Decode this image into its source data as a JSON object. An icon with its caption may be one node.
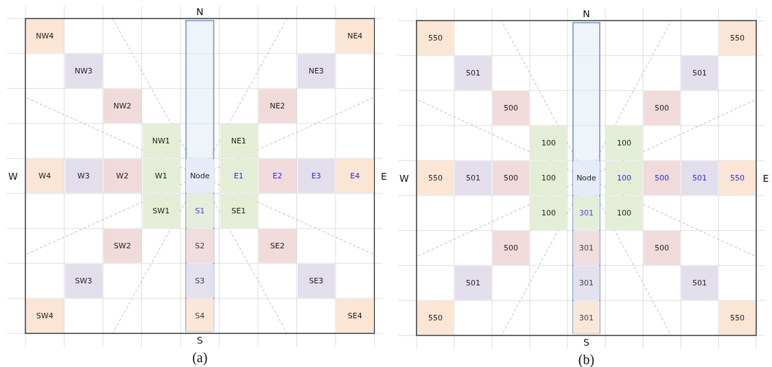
{
  "diagram": {
    "nodes": [
      {
        "text": [
          "NW4"
        ]
      },
      {
        "text": [
          "NE4"
        ]
      },
      {
        "text": [
          "NW3"
        ]
      },
      {
        "text": [
          "NE3"
        ]
      },
      {
        "text": [
          "NW2"
        ]
      },
      {
        "text": [
          "NE2"
        ]
      },
      {
        "text": [
          "NW1"
        ]
      },
      {
        "text": [
          "NE1"
        ]
      },
      {
        "text": [
          "W4"
        ]
      },
      {
        "text": [
          "W3"
        ]
      },
      {
        "text": [
          "W2"
        ]
      },
      {
        "text": [
          "W1"
        ]
      },
      {
        "text": [
          "Node"
        ]
      },
      {
        "text": [
          "E1"
        ]
      },
      {
        "text": [
          "E2"
        ]
      },
      {
        "text": [
          "E3"
        ]
      },
      {
        "text": [
          "E4"
        ]
      },
      {
        "text": [
          "SW1"
        ]
      },
      {
        "text": [
          "S1"
        ]
      },
      {
        "text": [
          "SE1"
        ]
      },
      {
        "text": [
          "SW2"
        ]
      },
      {
        "text": [
          "S2"
        ]
      },
      {
        "text": [
          "SE2"
        ]
      },
      {
        "text": [
          "SW3"
        ]
      },
      {
        "text": [
          "S3"
        ]
      },
      {
        "text": [
          "SE3"
        ]
      },
      {
        "text": [
          "SW4"
        ]
      },
      {
        "text": [
          "S4"
        ]
      },
      {
        "text": [
          "SE4"
        ]
      },
      {
        "text": [
          "550"
        ]
      },
      {
        "text": [
          "550"
        ]
      },
      {
        "text": [
          "501"
        ]
      },
      {
        "text": [
          "501"
        ]
      },
      {
        "text": [
          "500"
        ]
      },
      {
        "text": [
          "500"
        ]
      },
      {
        "text": [
          "100"
        ]
      },
      {
        "text": [
          "100"
        ]
      },
      {
        "text": [
          "550"
        ]
      },
      {
        "text": [
          "501"
        ]
      },
      {
        "text": [
          "500"
        ]
      },
      {
        "text": [
          "100"
        ]
      },
      {
        "text": [
          "Node"
        ]
      },
      {
        "text": [
          "100"
        ]
      },
      {
        "text": [
          "500"
        ]
      },
      {
        "text": [
          "501"
        ]
      },
      {
        "text": [
          "550"
        ]
      },
      {
        "text": [
          "100"
        ]
      },
      {
        "text": [
          "301"
        ]
      },
      {
        "text": [
          "100"
        ]
      },
      {
        "text": [
          "500"
        ]
      },
      {
        "text": [
          "301"
        ]
      },
      {
        "text": [
          "500"
        ]
      },
      {
        "text": [
          "501"
        ]
      },
      {
        "text": [
          "301"
        ]
      },
      {
        "text": [
          "501"
        ]
      },
      {
        "text": [
          "550"
        ]
      },
      {
        "text": [
          "301"
        ]
      },
      {
        "text": [
          "550"
        ]
      }
    ],
    "labels": [
      "N",
      "W",
      "E",
      "S",
      "(a)",
      "N",
      "W",
      "E",
      "S",
      "(b)"
    ]
  }
}
